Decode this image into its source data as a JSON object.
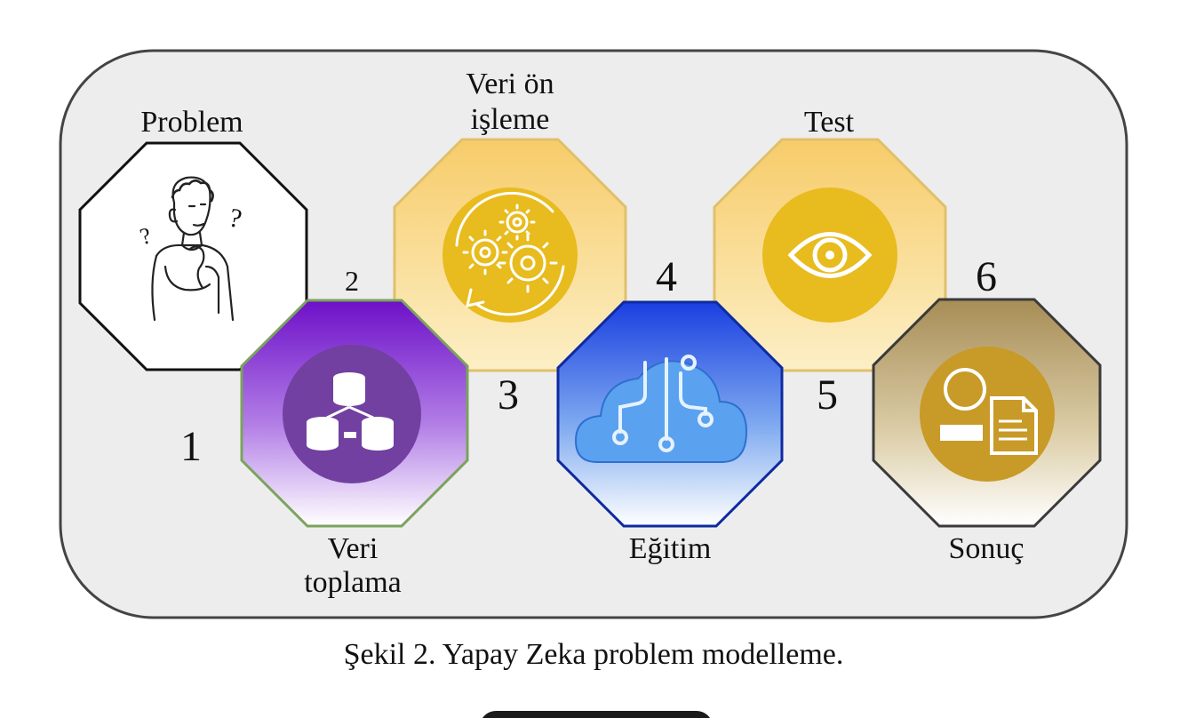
{
  "stages": [
    {
      "number": "1",
      "label_lines": [
        "Problem"
      ],
      "icon": "confused-person-icon"
    },
    {
      "number": "2",
      "label_lines": [
        "Veri",
        "toplama"
      ],
      "icon": "database-icon",
      "colors": [
        "#6d10c8",
        "#ffffff"
      ]
    },
    {
      "number": "3",
      "label_lines": [
        "Veri ön",
        "işleme"
      ],
      "icon": "gears-icon",
      "colors": [
        "#f7cc6a",
        "#fcefc6"
      ]
    },
    {
      "number": "4",
      "label_lines": [
        "Eğitim"
      ],
      "icon": "cloud-circuit-icon",
      "colors": [
        "#1a3fe0",
        "#ffffff"
      ]
    },
    {
      "number": "5",
      "label_lines": [
        "Test"
      ],
      "icon": "eye-icon",
      "colors": [
        "#f7cc6a",
        "#fcefc6"
      ]
    },
    {
      "number": "6",
      "label_lines": [
        "Sonuç"
      ],
      "icon": "user-document-icon",
      "colors": [
        "#a78d56",
        "#ffffff"
      ]
    }
  ],
  "caption": "Şekil 2. Yapay Zeka problem modelleme."
}
